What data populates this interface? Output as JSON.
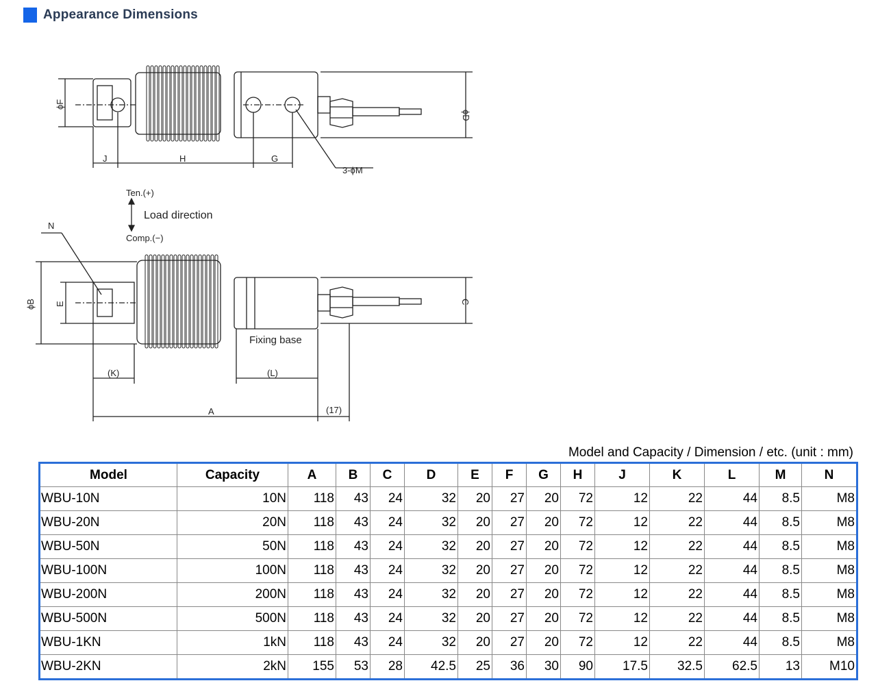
{
  "page": {
    "title": "Appearance Dimensions",
    "caption": "Model and Capacity / Dimension / etc. (unit : mm)"
  },
  "drawing": {
    "labels": {
      "phiF": "ϕF",
      "phiD": "ϕD",
      "J": "J",
      "H": "H",
      "G": "G",
      "holes": "3-ϕM",
      "ten": "Ten.(+)",
      "load": "Load direction",
      "comp": "Comp.(−)",
      "N": "N",
      "phiB": "ϕB",
      "E": "E",
      "C": "C",
      "fixing": "Fixing base",
      "K": "(K)",
      "L": "(L)",
      "A": "A",
      "seventeen": "(17)"
    }
  },
  "table": {
    "headers": [
      "Model",
      "Capacity",
      "A",
      "B",
      "C",
      "D",
      "E",
      "F",
      "G",
      "H",
      "J",
      "K",
      "L",
      "M",
      "N"
    ],
    "rows": [
      [
        "WBU-10N",
        "10N",
        "118",
        "43",
        "24",
        "32",
        "20",
        "27",
        "20",
        "72",
        "12",
        "22",
        "44",
        "8.5",
        "M8"
      ],
      [
        "WBU-20N",
        "20N",
        "118",
        "43",
        "24",
        "32",
        "20",
        "27",
        "20",
        "72",
        "12",
        "22",
        "44",
        "8.5",
        "M8"
      ],
      [
        "WBU-50N",
        "50N",
        "118",
        "43",
        "24",
        "32",
        "20",
        "27",
        "20",
        "72",
        "12",
        "22",
        "44",
        "8.5",
        "M8"
      ],
      [
        "WBU-100N",
        "100N",
        "118",
        "43",
        "24",
        "32",
        "20",
        "27",
        "20",
        "72",
        "12",
        "22",
        "44",
        "8.5",
        "M8"
      ],
      [
        "WBU-200N",
        "200N",
        "118",
        "43",
        "24",
        "32",
        "20",
        "27",
        "20",
        "72",
        "12",
        "22",
        "44",
        "8.5",
        "M8"
      ],
      [
        "WBU-500N",
        "500N",
        "118",
        "43",
        "24",
        "32",
        "20",
        "27",
        "20",
        "72",
        "12",
        "22",
        "44",
        "8.5",
        "M8"
      ],
      [
        "WBU-1KN",
        "1kN",
        "118",
        "43",
        "24",
        "32",
        "20",
        "27",
        "20",
        "72",
        "12",
        "22",
        "44",
        "8.5",
        "M8"
      ],
      [
        "WBU-2KN",
        "2kN",
        "155",
        "53",
        "28",
        "42.5",
        "25",
        "36",
        "30",
        "90",
        "17.5",
        "32.5",
        "62.5",
        "13",
        "M10"
      ]
    ]
  },
  "colors": {
    "accent": "#1565e8",
    "table_border": "#2b6fd8",
    "heading_text": "#2a3b55"
  }
}
